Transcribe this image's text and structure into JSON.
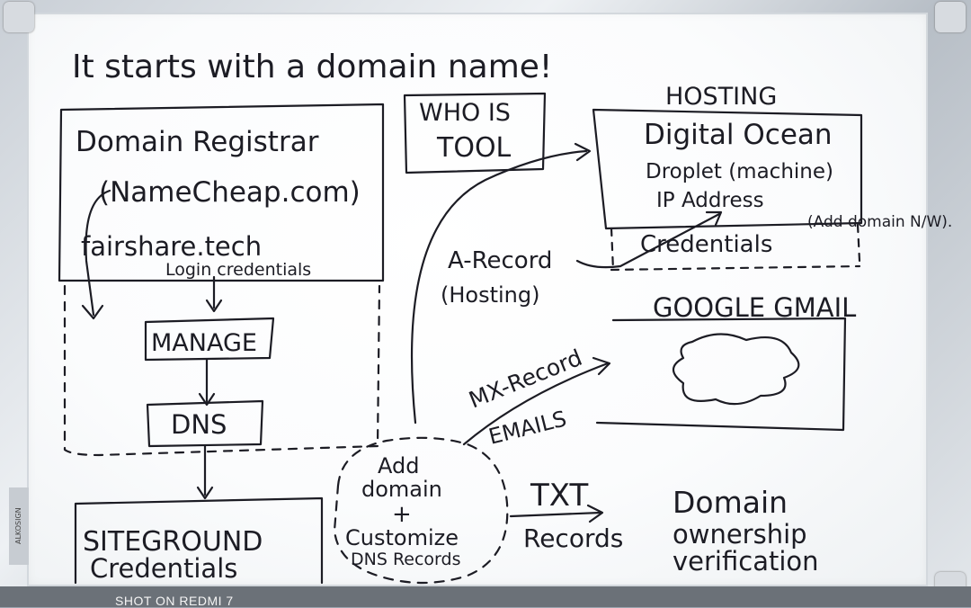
{
  "title": "It starts with a domain name!",
  "registrar": {
    "heading": "Domain Registrar",
    "provider": "(NameCheap.com)",
    "domain": "fairshare.tech",
    "login": "Login credentials"
  },
  "manage": "MANAGE",
  "dns": "DNS",
  "siteground": {
    "line1": "SITEGROUND",
    "line2": "Credentials"
  },
  "whois": {
    "line1": "WHO IS",
    "line2": "TOOL"
  },
  "hosting": {
    "label": "HOSTING",
    "provider": "Digital Ocean",
    "droplet": "Droplet (machine)",
    "ip": "IP Address",
    "credentials": "Credentials",
    "add_domain": "(Add domain N/W)."
  },
  "a_record": {
    "line1": "A-Record",
    "line2": "(Hosting)"
  },
  "gmail": "GOOGLE GMAIL",
  "mx": {
    "record": "MX-Record",
    "emails": "EMAILS"
  },
  "add_domain_center": {
    "line1": "Add",
    "line2": "domain",
    "plus": "+",
    "line3": "Customize",
    "line4": "DNS Records"
  },
  "txt": {
    "line1": "TXT",
    "line2": "Records"
  },
  "verification": {
    "line1": "Domain",
    "line2": "ownership",
    "line3": "verification"
  },
  "board_brand": "ALKOSIGN",
  "camera_watermark": "SHOT ON REDMI 7",
  "ink_color": "#1c1c24"
}
